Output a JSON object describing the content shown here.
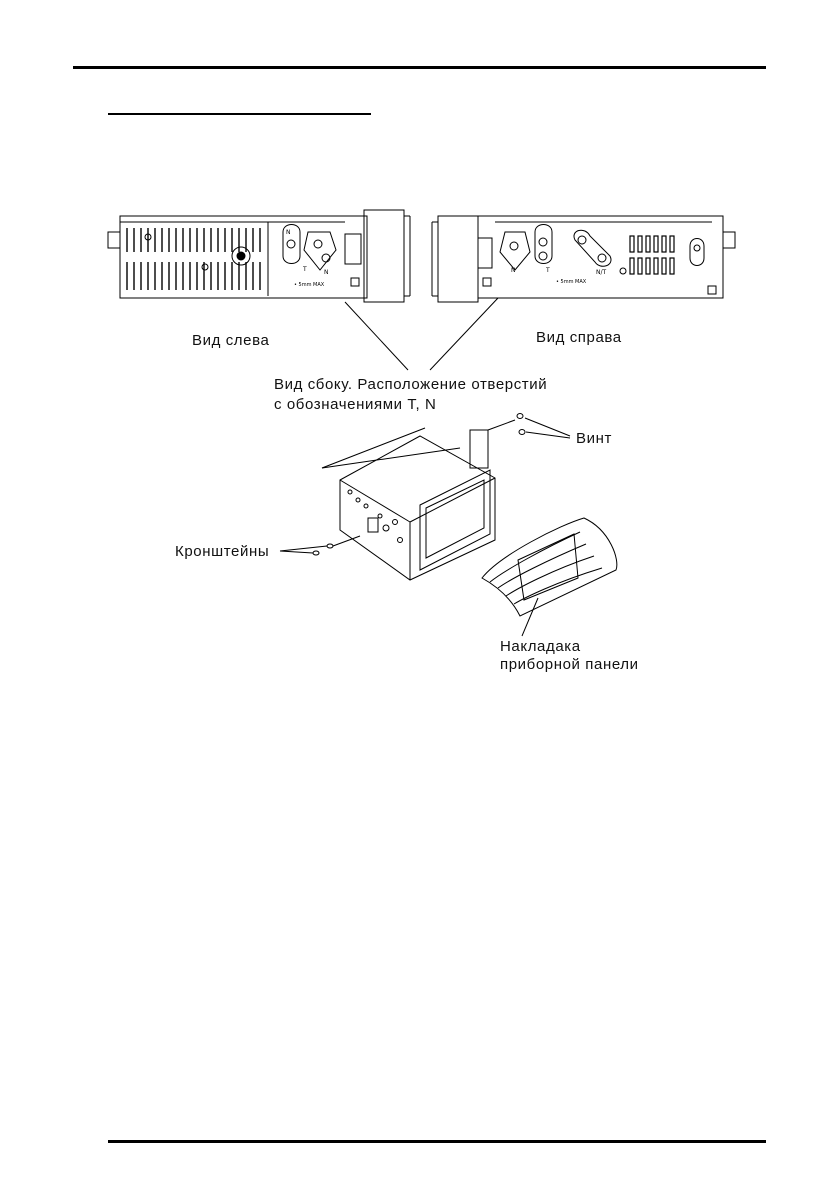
{
  "labels": {
    "left_view": "Вид слева",
    "right_view": "Вид справа",
    "side_view_line1": "Вид сбоку. Расположение отверстий",
    "side_view_line2": "с обозначениями T, N",
    "screw": "Винт",
    "brackets": "Кронштейны",
    "trim_line1": "Накладака",
    "trim_line2": "приборной панели"
  },
  "diagram_marks": {
    "left_unit": {
      "hole_n": "N",
      "hole_t": "T",
      "hole_n2": "N",
      "screw_note": "• 5mm MAX"
    },
    "right_unit": {
      "hole_n": "N",
      "hole_t": "T",
      "hole_nt": "N/T",
      "screw_note": "• 5mm MAX"
    }
  }
}
